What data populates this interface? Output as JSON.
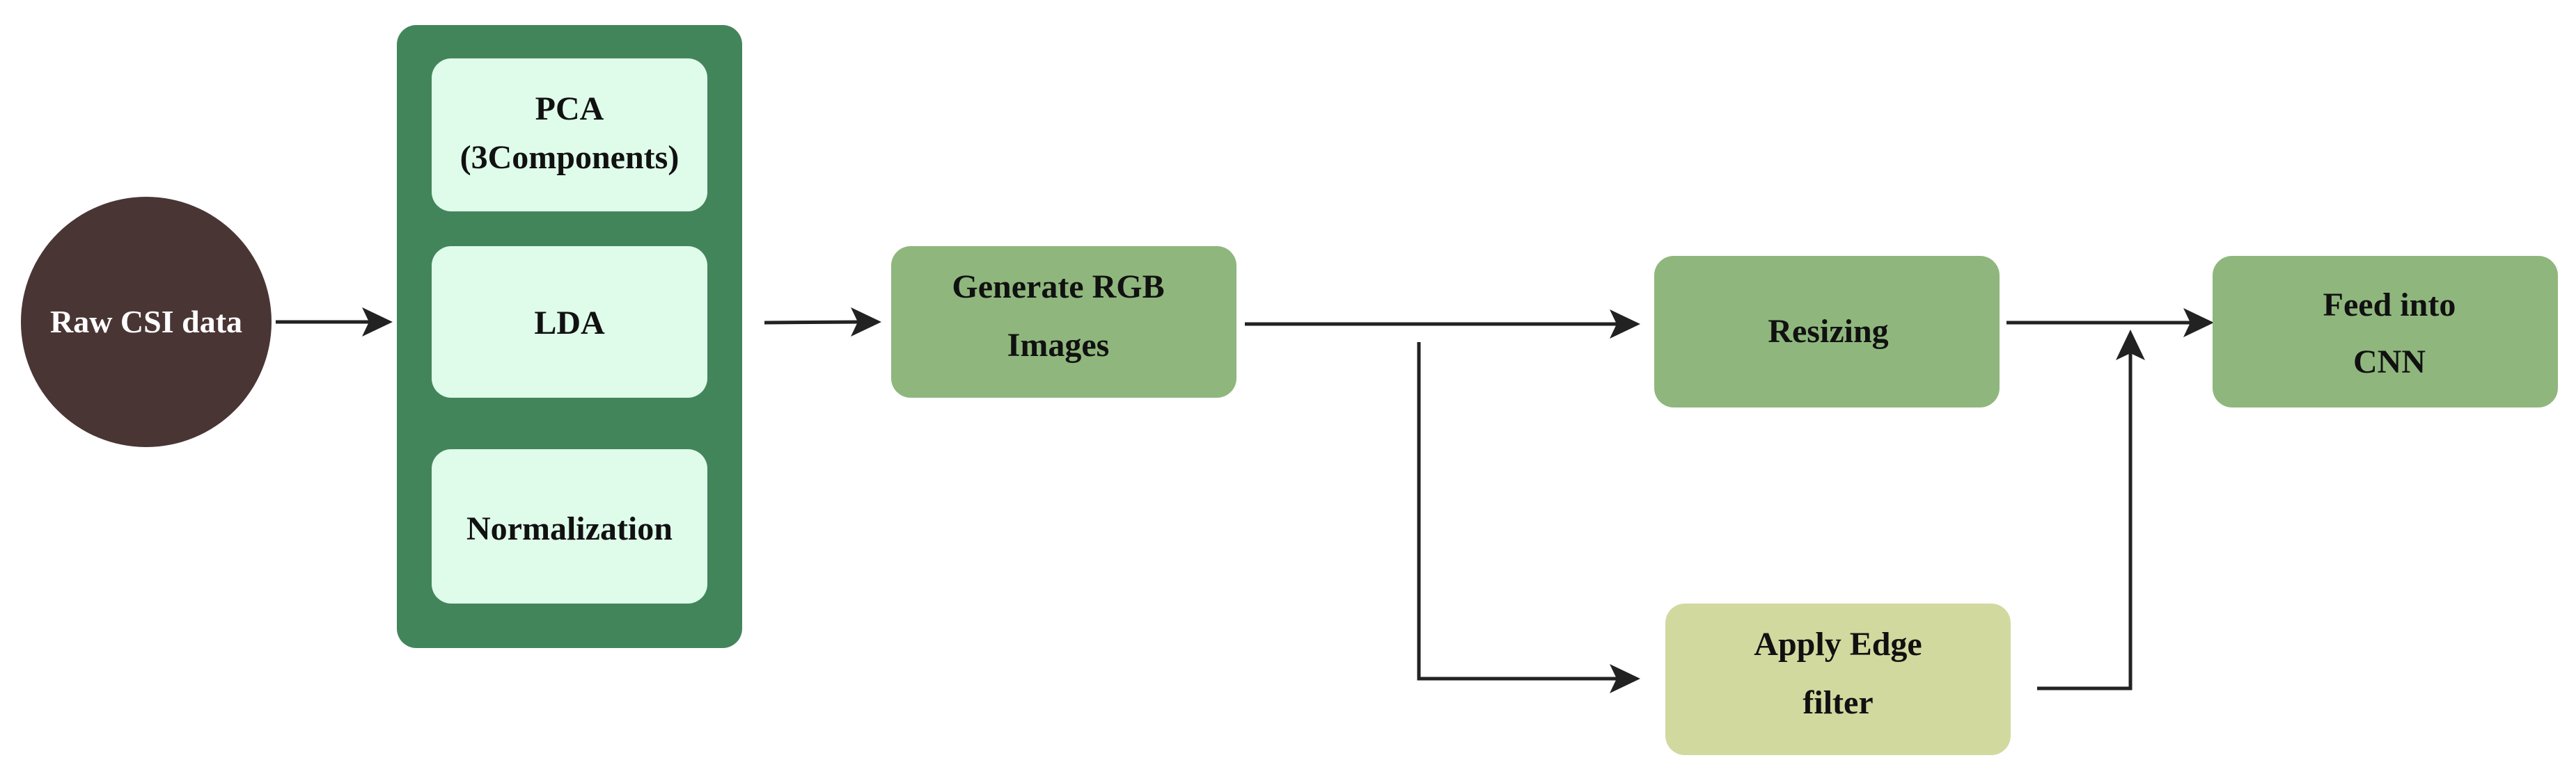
{
  "diagram": {
    "source": {
      "label": "Raw CSI data"
    },
    "preprocessing": {
      "steps": [
        {
          "line1": "PCA",
          "line2": "(3Components)"
        },
        {
          "line1": "LDA"
        },
        {
          "line1": "Normalization"
        }
      ]
    },
    "generate": {
      "line1": "Generate RGB",
      "line2": "Images"
    },
    "resizing": {
      "label": "Resizing"
    },
    "edge_filter": {
      "line1": "Apply Edge",
      "line2": "filter"
    },
    "output": {
      "line1": "Feed into",
      "line2": "CNN"
    }
  },
  "colors": {
    "circle": "#4a3535",
    "preprocessing_container": "#43855b",
    "preprocessing_step": "#dffbea",
    "process_box": "#8fb77d",
    "edge_filter_box": "#d2d99f",
    "arrow": "#222222"
  }
}
